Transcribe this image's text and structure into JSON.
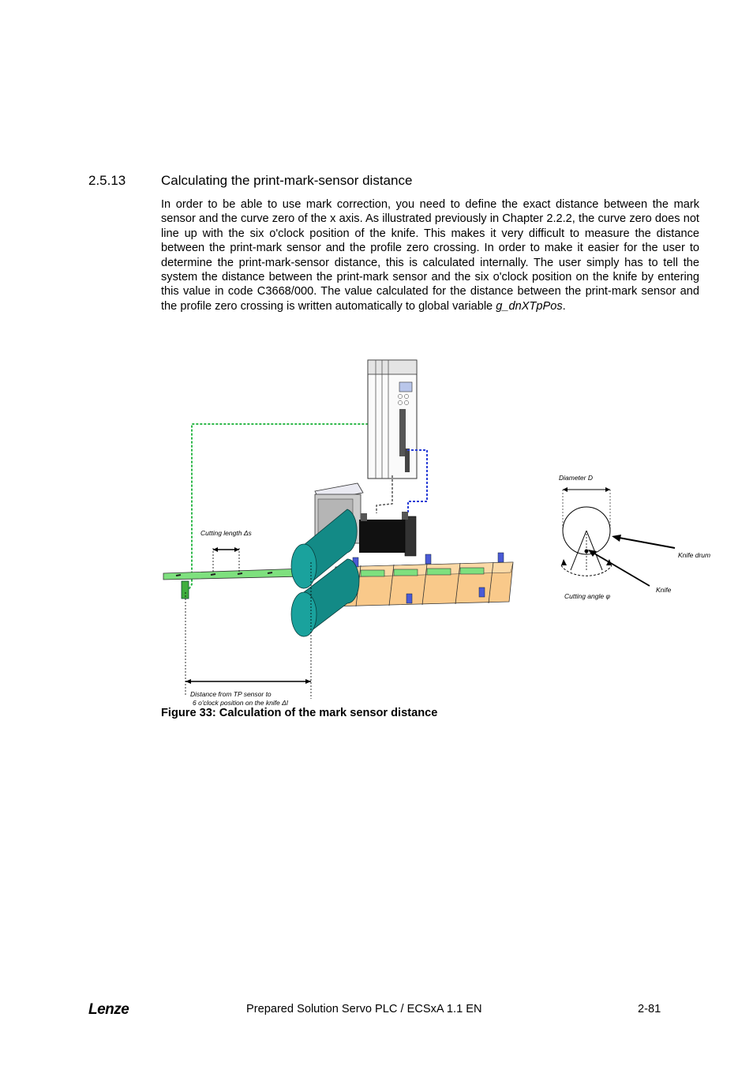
{
  "section": {
    "number": "2.5.13",
    "title": "Calculating the print-mark-sensor distance"
  },
  "body": {
    "text_before_var": "In order to be able to use mark correction, you need to define the exact distance between the mark sensor and the curve zero of the x axis. As illustrated previously in Chapter 2.2.2, the curve zero does not line up with the six o'clock position of the knife. This makes it very difficult to measure the distance between the print-mark sensor and the profile zero crossing. In order to make it easier for the user to determine the print-mark-sensor distance, this is calculated internally. The user simply has to tell the system the distance between the print-mark sensor and the six o'clock position on the knife by entering this value in code C3668/000. The value calculated for the distance between the print-mark sensor and the profile zero crossing is written automatically to global variable ",
    "variable": "g_dnXTpPos",
    "text_after_var": "."
  },
  "figure": {
    "labels": {
      "cutting_length": "Cutting length Δs",
      "distance_line1": "Distance from TP sensor to",
      "distance_line2": "6 o'clock position on the knife Δl",
      "diameter": "Diameter D",
      "knife_drum": "Knife drum",
      "knife": "Knife",
      "cutting_angle": "Cutting angle φ"
    },
    "colors": {
      "drum": "#138a86",
      "web": "#f9c98a",
      "mark": "#7ee07e",
      "sensor_cable": "#2fb84a",
      "encoder_cable": "#2a3fd6"
    },
    "caption": "Figure 33: Calculation of the mark sensor distance"
  },
  "footer": {
    "logo": "Lenze",
    "document": "Prepared Solution Servo PLC / ECSxA 1.1 EN",
    "page": "2-81"
  }
}
